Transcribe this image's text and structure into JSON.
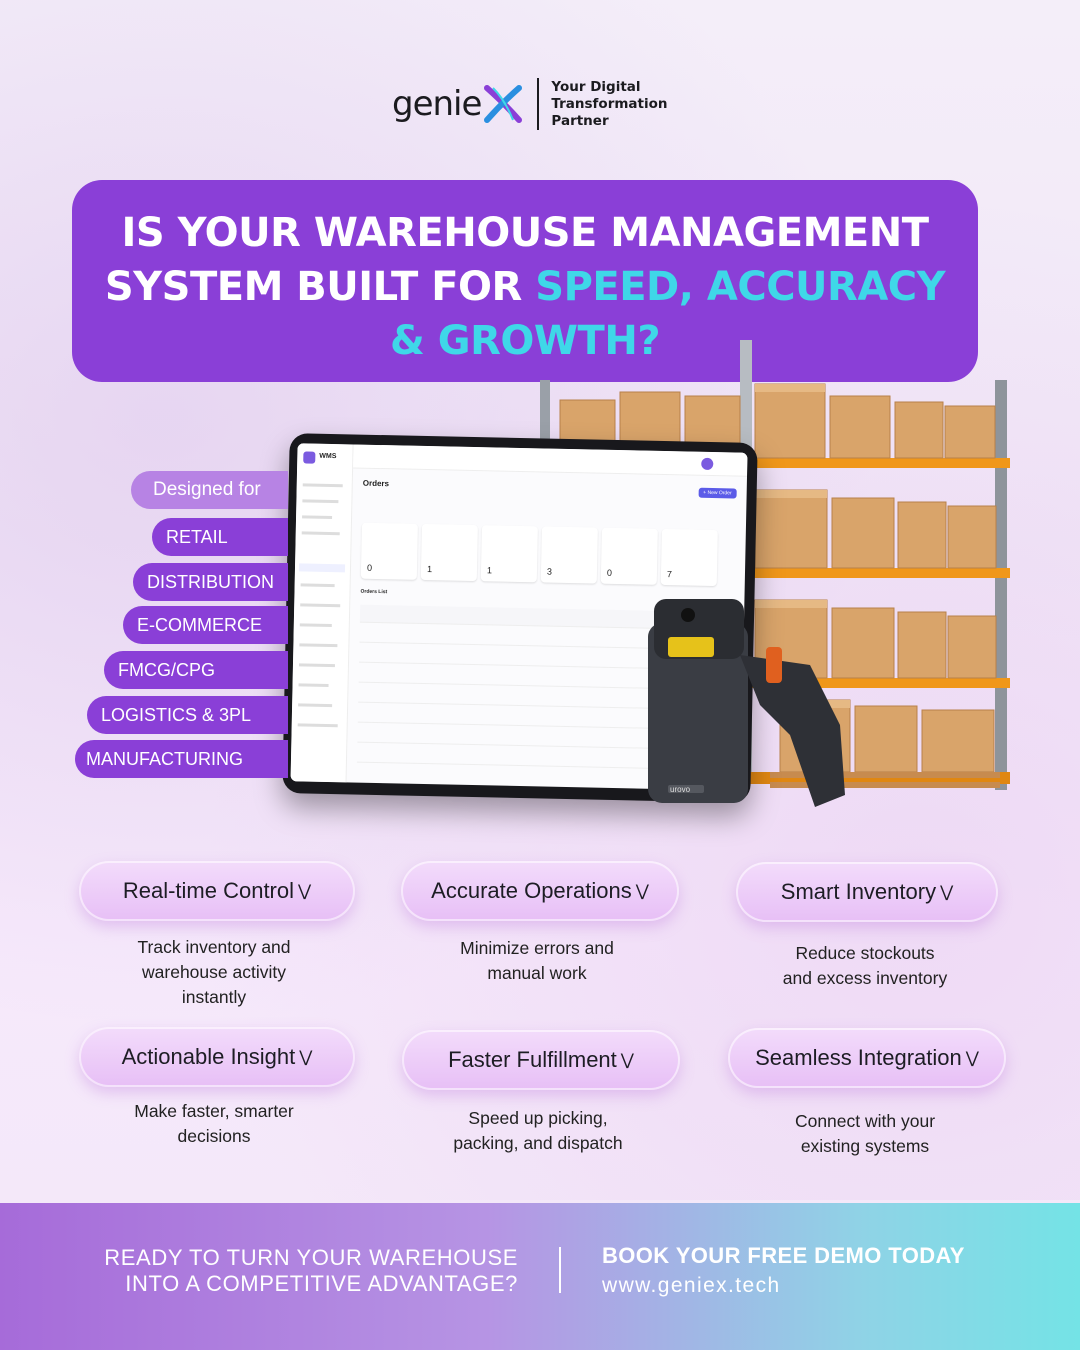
{
  "brand": {
    "logo_word": "genie",
    "tagline_lines": [
      "Your Digital",
      "Transformation",
      "Partner"
    ]
  },
  "headline": {
    "line1": "IS YOUR WAREHOUSE MANAGEMENT",
    "line2_plain": "SYSTEM BUILT FOR ",
    "line2_accent": "SPEED, ACCURACY",
    "line3_accent": "& GROWTH?"
  },
  "designed_for": {
    "label": "Designed for",
    "segments": [
      "RETAIL",
      "DISTRIBUTION",
      "E-COMMERCE",
      "FMCG/CPG",
      "LOGISTICS & 3PL",
      "MANUFACTURING"
    ]
  },
  "tablet": {
    "app_name": "WMS",
    "page_title": "Orders",
    "new_order": "+ New Order",
    "list_title": "Orders List",
    "stats": [
      "0",
      "1",
      "1",
      "3",
      "0",
      "7"
    ],
    "brand_label": "urovo"
  },
  "features": [
    {
      "title": "Real-time Control",
      "desc_lines": [
        "Track inventory and",
        "warehouse activity",
        "instantly"
      ]
    },
    {
      "title": "Accurate Operations",
      "desc_lines": [
        "Minimize errors and",
        "manual work"
      ]
    },
    {
      "title": "Smart Inventory",
      "desc_lines": [
        "Reduce stockouts",
        "and excess inventory"
      ]
    },
    {
      "title": "Actionable Insight",
      "desc_lines": [
        "Make faster, smarter",
        "decisions"
      ]
    },
    {
      "title": "Faster Fulfillment",
      "desc_lines": [
        "Speed up picking,",
        "packing, and dispatch"
      ]
    },
    {
      "title": "Seamless Integration",
      "desc_lines": [
        "Connect with your",
        "existing systems"
      ]
    }
  ],
  "footer": {
    "left_line1": "READY TO TURN YOUR WAREHOUSE",
    "left_line2": "INTO A COMPETITIVE ADVANTAGE?",
    "cta": "BOOK YOUR FREE DEMO TODAY",
    "url": "www.geniex.tech"
  },
  "colors": {
    "primary_purple": "#8a3fd7",
    "accent_cyan": "#3fd7e8",
    "light_purple": "#b783e4"
  }
}
